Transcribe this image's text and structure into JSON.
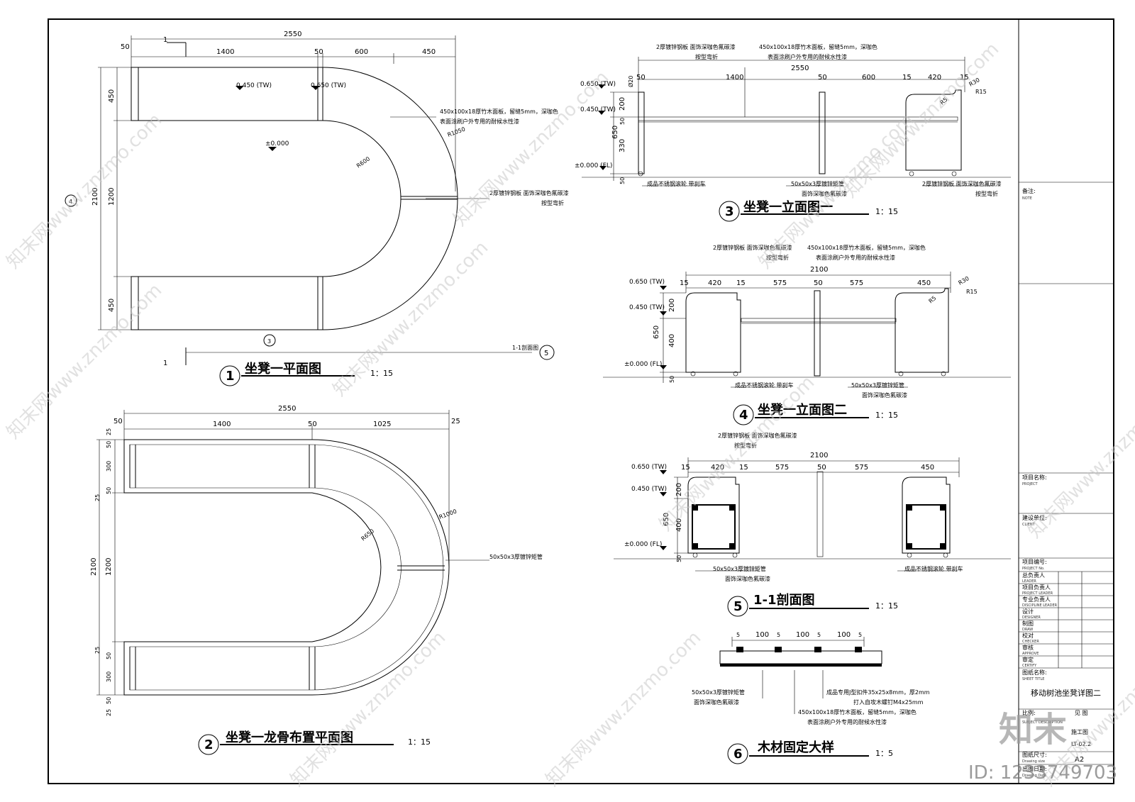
{
  "drawings": {
    "plan1": {
      "title": "坐凳一平面图",
      "scale": "1：15",
      "num": "1",
      "dims_top": [
        "2550",
        "1400",
        "50",
        "600",
        "450",
        "50"
      ],
      "dims_left": [
        "450",
        "1200",
        "450",
        "2100"
      ],
      "levels": [
        "0.450 (TW)",
        "0.650 (TW)",
        "±0.000"
      ],
      "radii": [
        "R1050",
        "R600"
      ],
      "notes": [
        "450x100x18厚竹木面板，留缝5mm，深咖色",
        "表面涂刷户外专用的耐候水性漆",
        "2厚镀锌钢板  面饰深咖色氟碳漆",
        "按型弯折"
      ],
      "section_label": "1-1剖面图",
      "marks": [
        "1",
        "1",
        "4",
        "3",
        "5"
      ]
    },
    "plan2": {
      "title": "坐凳一龙骨布置平面图",
      "scale": "1：15",
      "num": "2",
      "dims_top": [
        "2550",
        "1400",
        "50",
        "1025",
        "50",
        "25"
      ],
      "dims_left": [
        "25",
        "50",
        "300",
        "50",
        "25",
        "1200",
        "2100",
        "25",
        "50",
        "300",
        "50",
        "25"
      ],
      "radii": [
        "R650",
        "R1000"
      ],
      "note": "50x50x3厚镀锌矩管"
    },
    "elev3": {
      "title": "坐凳一立面图一",
      "scale": "1：15",
      "num": "3",
      "dims_top": [
        "2550",
        "50",
        "1400",
        "50",
        "600",
        "15",
        "420",
        "15"
      ],
      "levels": [
        "0.650 (TW)",
        "0.450 (TW)",
        "±0.000 (FL)"
      ],
      "dims_left": [
        "200",
        "50",
        "650",
        "330",
        "50"
      ],
      "radii": [
        "R30",
        "R15",
        "R5",
        "Ø20"
      ],
      "notes_top": [
        "2厚镀锌钢板  面饰深咖色氟碳漆",
        "按型弯折",
        "450x100x18厚竹木面板，留缝5mm，深咖色",
        "表面涂刷户外专用的耐候水性漆"
      ],
      "notes_bottom": [
        "成品不锈钢滚轮  带刹车",
        "50x50x3厚镀锌矩管",
        "面饰深咖色氟碳漆",
        "2厚镀锌钢板  面饰深咖色氟碳漆",
        "按型弯折"
      ]
    },
    "elev4": {
      "title": "坐凳一立面图二",
      "scale": "1：15",
      "num": "4",
      "dims_top": [
        "2100",
        "15",
        "420",
        "15",
        "575",
        "50",
        "575",
        "450"
      ],
      "levels": [
        "0.650 (TW)",
        "0.450 (TW)",
        "±0.000 (FL)"
      ],
      "dims_left": [
        "200",
        "650",
        "400",
        "50"
      ],
      "radii": [
        "R30",
        "R15",
        "R5"
      ],
      "notes_top": [
        "2厚镀锌钢板  面饰深咖色氟碳漆",
        "按型弯折",
        "450x100x18厚竹木面板，留缝5mm，深咖色",
        "表面涂刷户外专用的耐候水性漆"
      ],
      "notes_bottom": [
        "成品不锈钢滚轮  带刹车",
        "50x50x3厚镀锌矩管",
        "面饰深咖色氟碳漆"
      ]
    },
    "sec5": {
      "title": "1-1剖面图",
      "scale": "1：15",
      "num": "5",
      "dims_top": [
        "2100",
        "15",
        "420",
        "15",
        "575",
        "50",
        "575",
        "450"
      ],
      "levels": [
        "0.650 (TW)",
        "0.450 (TW)",
        "±0.000 (FL)"
      ],
      "dims_left": [
        "200",
        "650",
        "400",
        "50"
      ],
      "notes": [
        "2厚镀锌钢板  面饰深咖色氟碳漆",
        "按型弯折",
        "50x50x3厚镀锌矩管",
        "面饰深咖色氟碳漆",
        "成品不锈钢滚轮  带刹车"
      ]
    },
    "detail6": {
      "title": "木材固定大样",
      "scale": "1：5",
      "num": "6",
      "dims_top": [
        "5",
        "100",
        "5",
        "100",
        "5",
        "100",
        "5"
      ],
      "notes": [
        "50x50x3厚镀锌矩管",
        "面饰深咖色氟碳漆",
        "成品专用J型扣件35x25x8mm，厚2mm",
        "打入自攻木螺钉M4x25mm",
        "450x100x18厚竹木面板，留缝5mm，深咖色",
        "表面涂刷户外专用的耐候水性漆"
      ]
    }
  },
  "title_block": {
    "note_cn": "备注:",
    "note_en": "NOTE",
    "project_cn": "项目名称:",
    "project_en": "PROJECT",
    "client_cn": "建设单位:",
    "client_en": "CLIENT",
    "projno_cn": "项目编号:",
    "projno_en": "PROJECT No.",
    "roles": [
      {
        "cn": "总负责人",
        "en": "LEADER"
      },
      {
        "cn": "项目负责人",
        "en": "PROJECT LEADER"
      },
      {
        "cn": "专业负责人",
        "en": "DISCIPLINE LEADER"
      },
      {
        "cn": "设计",
        "en": "DESIGNER"
      },
      {
        "cn": "制图",
        "en": "DRAW"
      },
      {
        "cn": "校对",
        "en": "CHECKER"
      },
      {
        "cn": "审核",
        "en": "APPROVE"
      },
      {
        "cn": "审定",
        "en": "CERTIFY"
      }
    ],
    "sheet_cn": "图纸名称:",
    "sheet_en": "SHEET TITLE",
    "sheet_title": "移动树池坐凳详图二",
    "scale_cn": "比例:",
    "scale_val": "见  图",
    "desc_en": "SUBJECT DESCRIPTION",
    "desc_val": "施工图",
    "no_val": "LT-02.2",
    "size_cn": "图纸尺寸:",
    "size_en": "Drawing size",
    "size_val": "A2",
    "date_cn": "出图日期:",
    "date_en": "Drawing Date"
  },
  "watermark": {
    "site": "知末网www.znzmo.com",
    "logo": "知末",
    "id": "ID: 1233749703"
  }
}
